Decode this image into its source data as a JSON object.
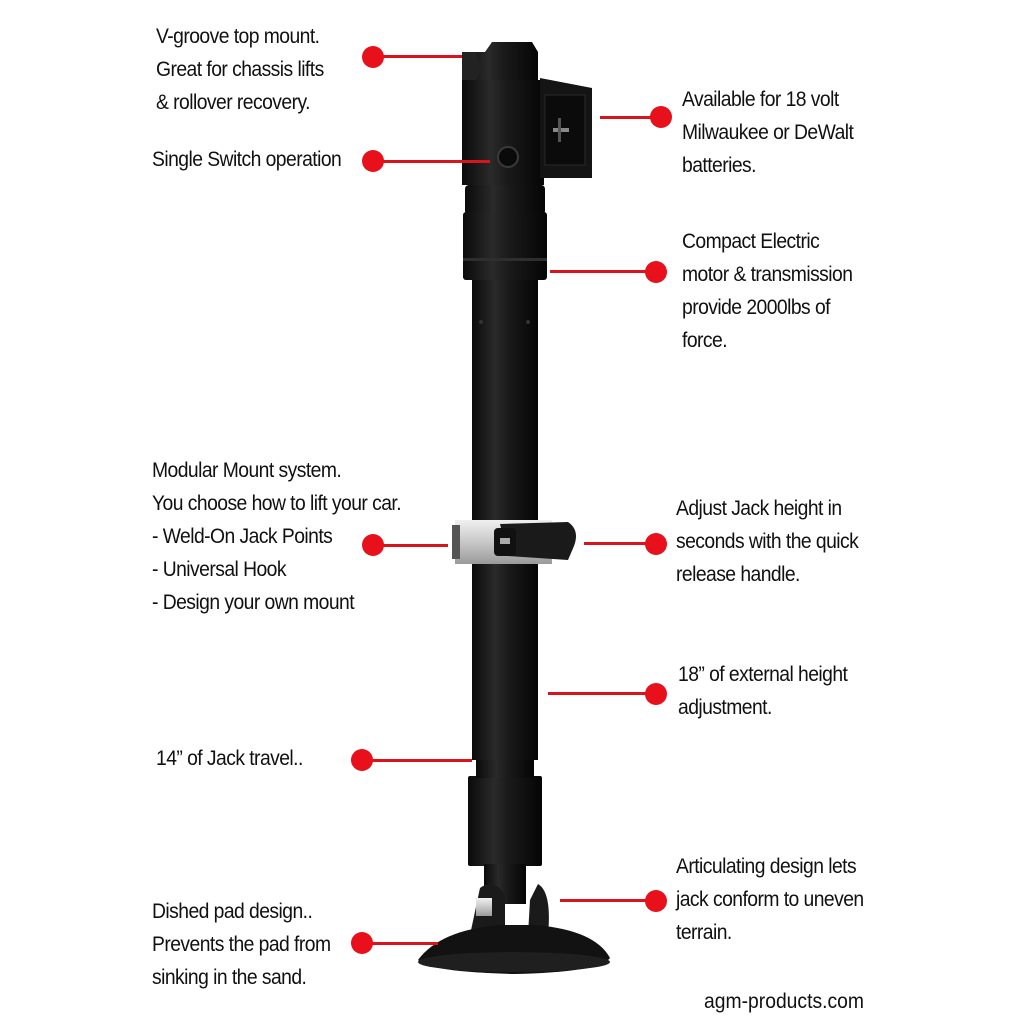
{
  "product": {
    "name": "Electric jack",
    "parts": [
      "v-groove top mount",
      "switch housing",
      "battery mount",
      "motor & transmission collar",
      "main tube",
      "quick release clamp",
      "lower sleeve",
      "articulating base",
      "dished pad"
    ]
  },
  "callouts": [
    {
      "id": "v-groove",
      "lines": [
        "V-groove top mount.",
        "Great for chassis lifts",
        "& rollover recovery."
      ]
    },
    {
      "id": "switch",
      "lines": [
        "Single Switch operation"
      ]
    },
    {
      "id": "batteries",
      "lines": [
        "Available for 18 volt",
        "Milwaukee or DeWalt",
        "batteries."
      ]
    },
    {
      "id": "motor",
      "lines": [
        "Compact Electric",
        "motor & transmission",
        "provide 2000lbs of",
        "force."
      ]
    },
    {
      "id": "modular-mount",
      "lines": [
        "Modular Mount system.",
        "You choose how to lift your car.",
        "- Weld-On Jack Points",
        "- Universal Hook",
        "- Design your own mount"
      ]
    },
    {
      "id": "quick-release",
      "lines": [
        "Adjust Jack height in",
        "seconds with the quick",
        "release handle."
      ]
    },
    {
      "id": "external-height",
      "lines": [
        "18” of external height",
        "adjustment."
      ]
    },
    {
      "id": "jack-travel",
      "lines": [
        "14” of Jack travel.."
      ]
    },
    {
      "id": "dished-pad",
      "lines": [
        "Dished pad design..",
        "Prevents the pad from",
        " sinking in the sand."
      ]
    },
    {
      "id": "articulating",
      "lines": [
        "Articulating design lets",
        "jack conform to uneven",
        "terrain."
      ]
    }
  ],
  "footer": {
    "website": "agm-products.com"
  },
  "colors": {
    "accent": "#e8101a",
    "text": "#111111",
    "product": "#161616",
    "background": "#ffffff"
  }
}
